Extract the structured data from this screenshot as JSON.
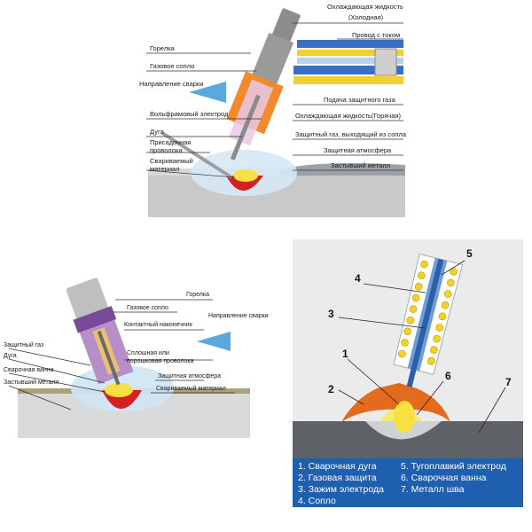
{
  "tig": {
    "labels": {
      "coolant_cold_1": "Охлаждающая жидкость",
      "coolant_cold_2": "(Холодная)",
      "current_wire": "Провод с током",
      "torch": "Горелка",
      "gas_nozzle": "Газовое сопло",
      "direction": "Направление сварки",
      "gas_supply": "Подача защитного газа",
      "tungsten": "Вольфрамовый электрод",
      "coolant_hot": "Охлаждающая жидкость(Горячая)",
      "arc": "Дуга",
      "filler_1": "Присадочная",
      "filler_2": "проволока",
      "shield_out": "Защитный газ, выходящий из сопла",
      "atmosphere": "Защитная атмосфера",
      "base_1": "Свариваемый",
      "base_2": "материал",
      "solid_metal": "Застывший металл"
    }
  },
  "mig": {
    "labels": {
      "torch": "Горелка",
      "gas_nozzle": "Газовое сопло",
      "direction": "Направление сварки",
      "contact_tip": "Контактный наконечник",
      "shield_gas": "Защитный газ",
      "arc": "Дуга",
      "wire_1": "Сплошная или",
      "wire_2": "порошковая проволока",
      "pool": "Сварочная ванна",
      "atmosphere": "Защитная атмосфера",
      "solid_metal": "Застывший металл",
      "base": "Свариваемый материал"
    }
  },
  "mma": {
    "numbers": [
      "1",
      "2",
      "3",
      "4",
      "5",
      "6",
      "7"
    ],
    "legend": {
      "col1": [
        "1. Сварочная дуга",
        "2. Газовая защита",
        "3. Зажим электрода",
        "4. Сопло"
      ],
      "col2": [
        "5. Тугоплавкий электрод",
        "6. Сварочная ванна",
        "7. Металл шва"
      ]
    }
  },
  "colors": {
    "cool_cold": "#3a6fc8",
    "cool_hot": "#f0d030",
    "gas_blue": "#cfe4f4",
    "pool": "#d42020",
    "nozzle_tig": "#f08a2a",
    "nozzle_mig": "#7a4a9a",
    "legend_bg": "#1f5fb0",
    "metal_grey": "#5e6266"
  }
}
